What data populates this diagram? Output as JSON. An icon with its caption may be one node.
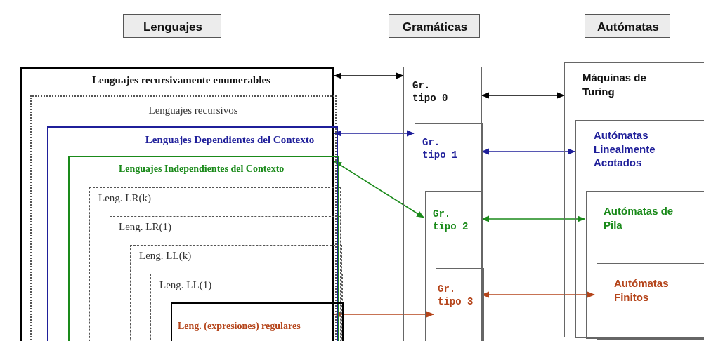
{
  "diagram": {
    "nodes": [
      {
        "text": [
          "Lenguajes"
        ]
      },
      {
        "text": [
          "Gramáticas"
        ]
      },
      {
        "text": [
          "Autómatas"
        ]
      },
      {
        "text": [
          "Lenguajes recursivamente enumerables"
        ]
      },
      {
        "text": [
          "Lenguajes recursivos"
        ],
        "in": 3
      },
      {
        "text": [
          "Lenguajes Dependientes del Contexto"
        ],
        "in": 4
      },
      {
        "text": [
          "Lenguajes Independientes del Contexto"
        ],
        "in": 5
      },
      {
        "text": [
          "Leng. LR(k)"
        ],
        "in": 6
      },
      {
        "text": [
          "Leng. LR(1)"
        ],
        "in": 7
      },
      {
        "text": [
          "Leng. LL(k)"
        ],
        "in": 8
      },
      {
        "text": [
          "Leng. LL(1)"
        ],
        "in": 9
      },
      {
        "text": [
          "Leng. (expresiones) regulares"
        ],
        "in": 10
      },
      {
        "text": [
          "Gr. tipo 0"
        ]
      },
      {
        "text": [
          "Gr. tipo 1"
        ],
        "in": 12
      },
      {
        "text": [
          "Gr. tipo 2"
        ],
        "in": 13
      },
      {
        "text": [
          "Gr. tipo 3"
        ],
        "in": 14
      },
      {
        "text": [
          "Máquinas de Turing"
        ]
      },
      {
        "text": [
          "Autómatas Linealmente Acotados"
        ],
        "in": 16
      },
      {
        "text": [
          "Autómatas de Pila"
        ],
        "in": 17
      },
      {
        "text": [
          "Autómatas Finitos"
        ],
        "in": 18
      }
    ],
    "edges": [
      {
        "from": 3,
        "to": 12,
        "arrow": "both"
      },
      {
        "from": 12,
        "to": 16,
        "arrow": "both"
      },
      {
        "from": 5,
        "to": 13,
        "arrow": "both",
        "color": "#1f1f9a"
      },
      {
        "from": 13,
        "to": 17,
        "arrow": "both",
        "color": "#1f1f9a"
      },
      {
        "from": 6,
        "to": 14,
        "arrow": "both",
        "color": "#1a8a1a"
      },
      {
        "from": 14,
        "to": 18,
        "arrow": "both",
        "color": "#1a8a1a"
      },
      {
        "from": 11,
        "to": 15,
        "arrow": "both",
        "color": "#b5451b"
      },
      {
        "from": 15,
        "to": 19,
        "arrow": "both",
        "color": "#b5451b"
      }
    ]
  }
}
